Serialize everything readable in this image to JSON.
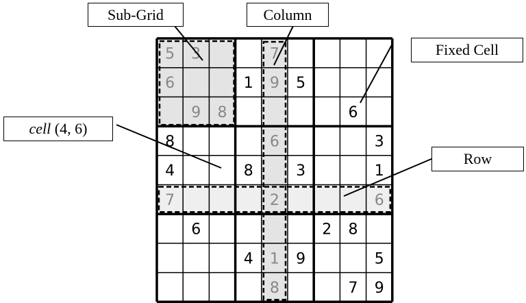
{
  "labels": {
    "sub_grid": "Sub-Grid",
    "column": "Column",
    "fixed_cell": "Fixed Cell",
    "cell_word": "cell",
    "cell_coords": " (4, 6)",
    "row": "Row"
  },
  "grid": [
    [
      5,
      3,
      0,
      0,
      7,
      0,
      0,
      0,
      0
    ],
    [
      6,
      0,
      0,
      1,
      9,
      5,
      0,
      0,
      0
    ],
    [
      0,
      9,
      8,
      0,
      0,
      0,
      0,
      6,
      0
    ],
    [
      8,
      0,
      0,
      0,
      6,
      0,
      0,
      0,
      3
    ],
    [
      4,
      0,
      0,
      8,
      0,
      3,
      0,
      0,
      1
    ],
    [
      7,
      0,
      0,
      0,
      2,
      0,
      0,
      0,
      6
    ],
    [
      0,
      6,
      0,
      0,
      0,
      0,
      2,
      8,
      0
    ],
    [
      0,
      0,
      0,
      4,
      1,
      9,
      0,
      0,
      5
    ],
    [
      0,
      0,
      0,
      0,
      8,
      0,
      0,
      7,
      9
    ]
  ],
  "highlight": {
    "sub_grid": [
      0,
      0
    ],
    "column": 4,
    "row": 5
  },
  "colors": {
    "highlight_fill": "#e4e4e4",
    "row_fill": "#efefef",
    "highlight_digit": "#888888",
    "digit": "#000000"
  }
}
